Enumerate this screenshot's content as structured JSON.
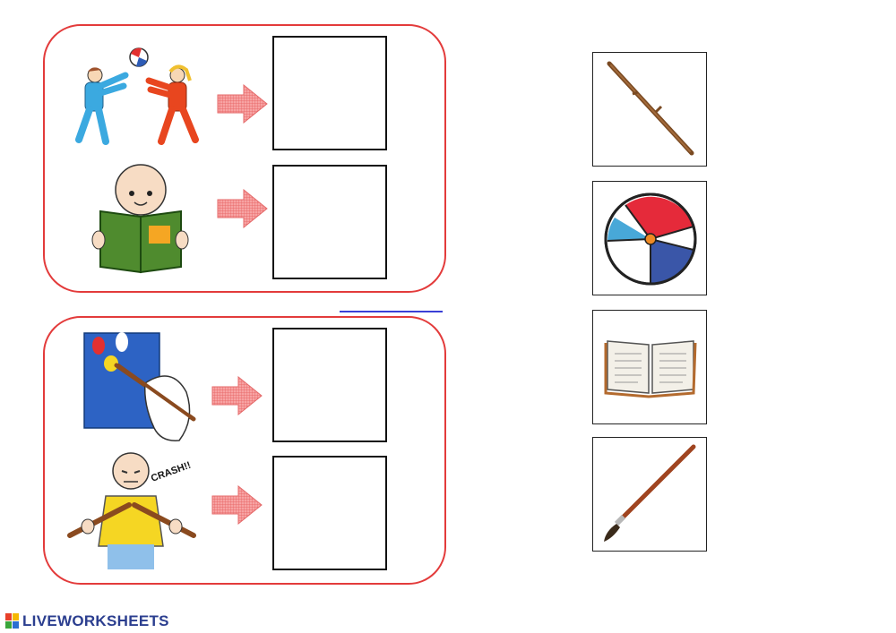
{
  "worksheet": {
    "groups": [
      {
        "rows": [
          {
            "action": "children-playing-ball",
            "answer": ""
          },
          {
            "action": "child-reading-book",
            "answer": ""
          }
        ]
      },
      {
        "rows": [
          {
            "action": "hand-painting-picture",
            "answer": ""
          },
          {
            "action": "child-breaking-stick",
            "answer": ""
          }
        ]
      }
    ],
    "crash_text": "CRASH!!"
  },
  "options": [
    {
      "object": "stick-icon"
    },
    {
      "object": "beach-ball-icon"
    },
    {
      "object": "open-book-icon"
    },
    {
      "object": "paintbrush-icon"
    }
  ],
  "brand": {
    "name": "LIVEWORKSHEETS"
  },
  "colors": {
    "frame": "#e33b3b",
    "arrow": "#ef7b7b",
    "brand": "#2b3e8f",
    "divider": "#3a3fd6"
  }
}
